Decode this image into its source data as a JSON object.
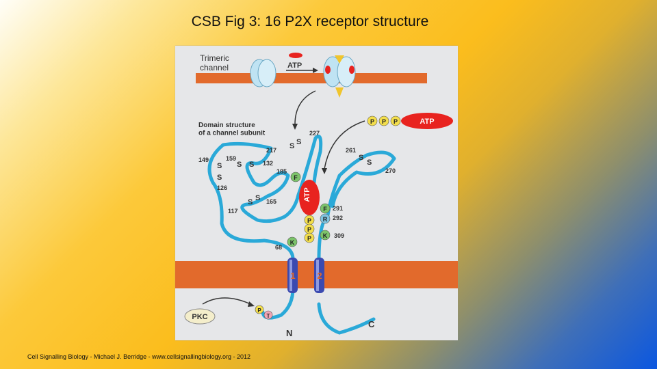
{
  "title": "CSB Fig 3: 16 P2X receptor structure",
  "credit": "Cell Signalling Biology - Michael J. Berridge - www.cellsignallingbiology.org - 2012",
  "colors": {
    "membrane": "#e26a2c",
    "chain": "#2aa9d8",
    "atp": "#e8231f",
    "residue_green": "#7cc36a",
    "residue_blue": "#7fc4e0",
    "phosphate": "#f3de4c",
    "helix": "#3b4ab0",
    "panel": "#e6e7e9"
  },
  "figure": {
    "trimeric_channel_label": "Trimeric\nchannel",
    "atp_small_label": "ATP",
    "domain_label": "Domain structure\nof a channel subunit",
    "atp_triphosphate_p": [
      "P",
      "P",
      "P"
    ],
    "atp_triphosphate_label": "ATP",
    "atp_site_label": "ATP",
    "disulfide_label": "S",
    "residue_numbers": [
      "227",
      "217",
      "261",
      "149",
      "159",
      "132",
      "185",
      "270",
      "126",
      "165",
      "117",
      "291",
      "292",
      "309",
      "68"
    ],
    "binding_residues": [
      "F",
      "F",
      "R",
      "K",
      "K"
    ],
    "bound_p": [
      "P",
      "P",
      "P"
    ],
    "helix_labels": [
      "1",
      "2"
    ],
    "pkc_label": "PKC",
    "pkc_site": [
      "P",
      "T"
    ],
    "n_terminus": "N",
    "c_terminus": "C"
  }
}
